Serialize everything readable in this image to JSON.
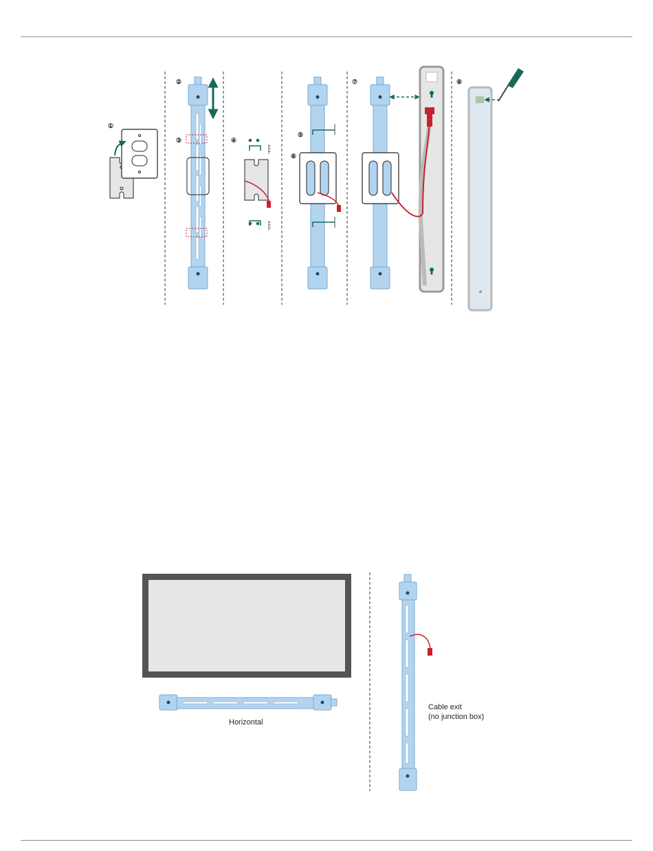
{
  "step_numbers": [
    "①",
    "②",
    "③",
    "④",
    "⑤",
    "⑥",
    "⑦",
    "⑧"
  ],
  "labels": {
    "horizontal": "Horizontal",
    "cable_exit_line1": "Cable exit",
    "cable_exit_line2": "(no junction box)"
  },
  "colors": {
    "rail": "#b3d4ef",
    "rail_stroke": "#7aa8cf",
    "accent_green": "#16695b",
    "cable_red": "#c8202e",
    "panel_gray": "#e4e4e4",
    "tv_frame": "#545454",
    "tv_screen": "#e6e6e6",
    "rule": "#8c8c8c"
  },
  "icons": [
    "arrow-icon",
    "screw-icon",
    "screwdriver-icon",
    "keyhole-icon",
    "outlet-icon"
  ]
}
